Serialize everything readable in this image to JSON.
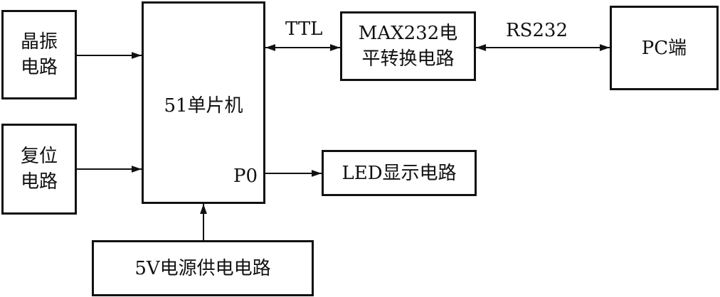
{
  "blocks": {
    "crystal": "晶振电路",
    "reset": "复位电路",
    "mcu": "51单片机",
    "mcu_port": "P0",
    "max232": "MAX232电平转换电路",
    "pc": "PC端",
    "led": "LED显示电路",
    "power": "5V电源供电电路"
  },
  "links": {
    "ttl": "TTL",
    "rs232": "RS232"
  },
  "colors": {
    "stroke": "#111111",
    "background": "#ffffff"
  }
}
